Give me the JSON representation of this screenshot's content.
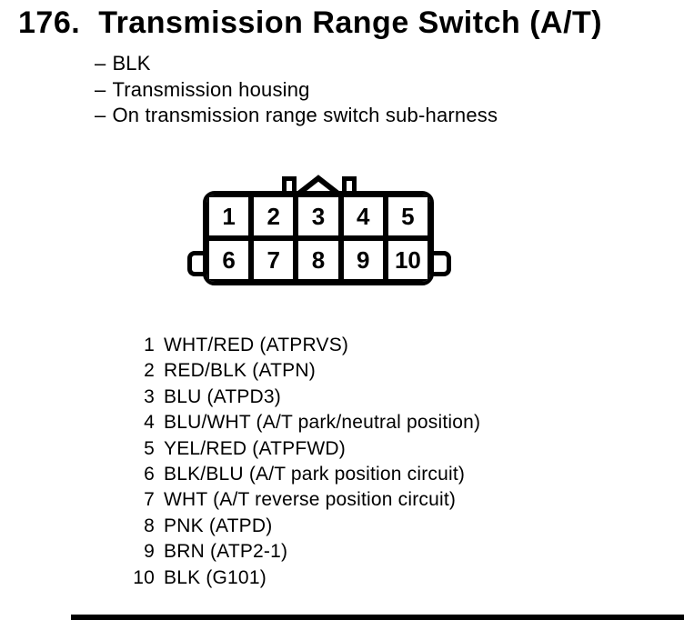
{
  "page": {
    "item_number": "176.",
    "title": "Transmission Range Switch (A/T)"
  },
  "notes": {
    "bullet": "–",
    "items": [
      "BLK",
      "Transmission housing",
      "On transmission range switch sub-harness"
    ]
  },
  "connector": {
    "top_row": [
      "1",
      "2",
      "3",
      "4",
      "5"
    ],
    "bottom_row": [
      "6",
      "7",
      "8",
      "9",
      "10"
    ]
  },
  "pins": [
    {
      "pin": "1",
      "label": "WHT/RED (ATPRVS)"
    },
    {
      "pin": "2",
      "label": "RED/BLK (ATPN)"
    },
    {
      "pin": "3",
      "label": "BLU (ATPD3)"
    },
    {
      "pin": "4",
      "label": "BLU/WHT (A/T park/neutral position)"
    },
    {
      "pin": "5",
      "label": "YEL/RED (ATPFWD)"
    },
    {
      "pin": "6",
      "label": "BLK/BLU (A/T park position circuit)"
    },
    {
      "pin": "7",
      "label": "WHT (A/T reverse position circuit)"
    },
    {
      "pin": "8",
      "label": "PNK (ATPD)"
    },
    {
      "pin": "9",
      "label": "BRN (ATP2-1)"
    },
    {
      "pin": "10",
      "label": "BLK (G101)"
    }
  ],
  "colors": {
    "ink": "#000000",
    "paper": "#ffffff"
  }
}
